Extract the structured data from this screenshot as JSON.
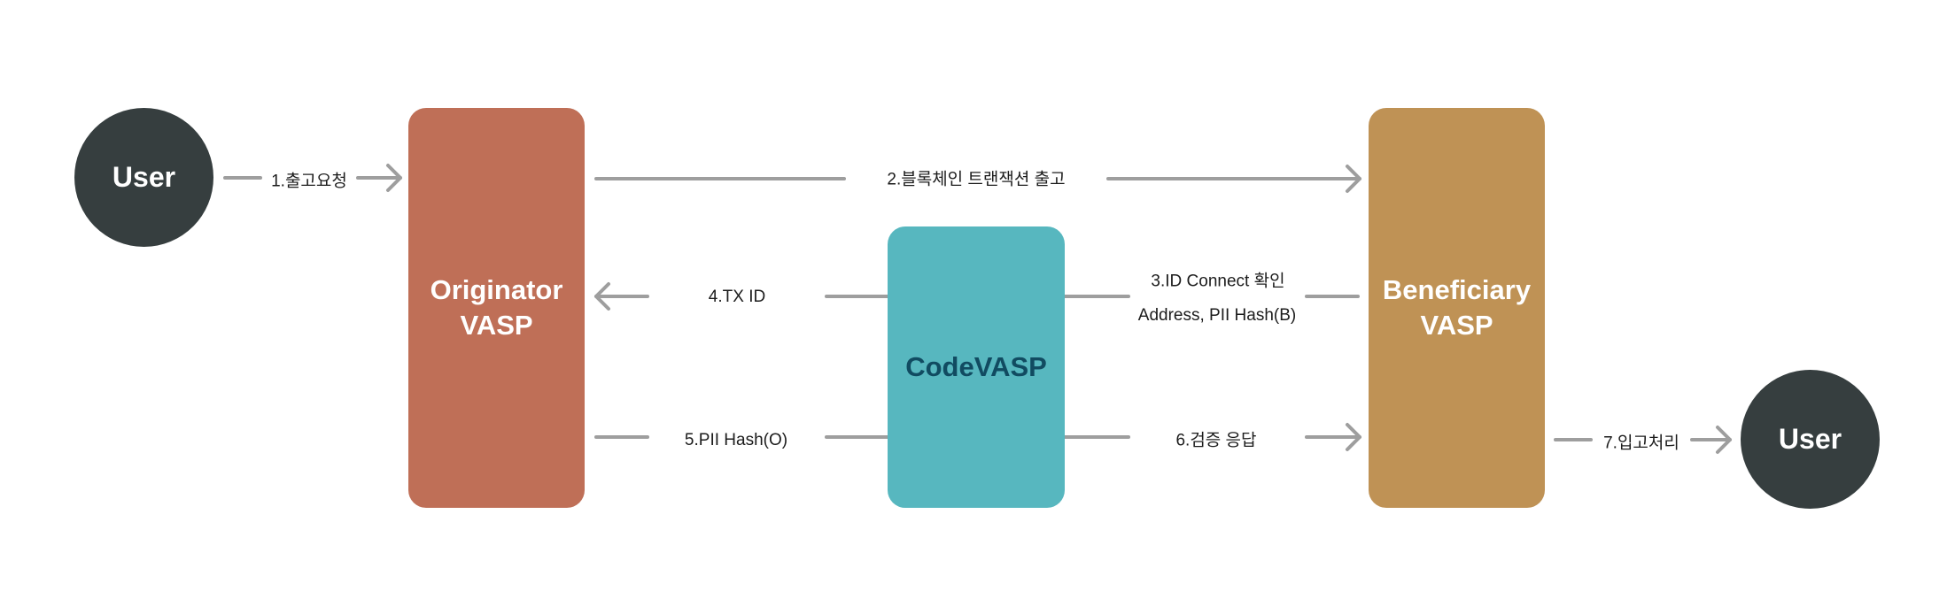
{
  "nodes": {
    "user_left": "User",
    "user_right": "User",
    "originator": [
      "Originator",
      "VASP"
    ],
    "beneficiary": [
      "Beneficiary",
      "VASP"
    ],
    "codevasp": "CodeVASP"
  },
  "edges": {
    "step1": "1.출고요청",
    "step2": "2.블록체인 트랜잭션 출고",
    "step3_line1": "3.ID Connect 확인",
    "step3_line2": "Address, PII Hash(B)",
    "step4": "4.TX ID",
    "step5": "5.PII Hash(O)",
    "step6": "6.검증 응답",
    "step7": "7.입고처리"
  },
  "colors": {
    "user": "#363e3f",
    "originator": "#bf6f57",
    "beneficiary": "#bf9255",
    "codevasp": "#57b7bf",
    "arrow": "#9e9e9e"
  }
}
